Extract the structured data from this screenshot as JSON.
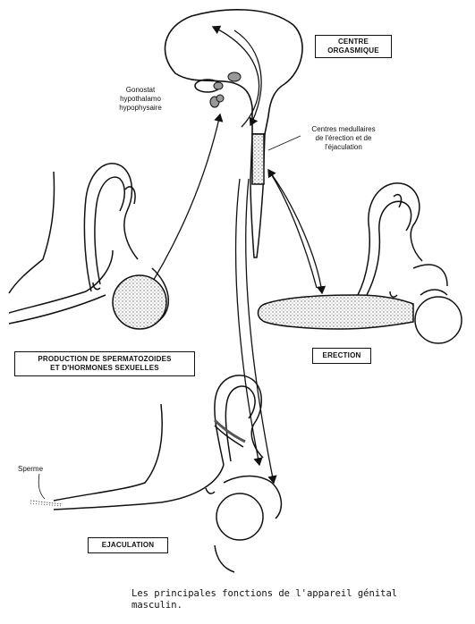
{
  "figure": {
    "labels": {
      "centre_orgasmique": "CENTRE\nORGASMIQUE",
      "gonostat": "Gonostat\nhypothalamo\nhypophysaire",
      "centres_medullaires": "Centres medullaires\nde l'érection et de\nl'éjaculation",
      "production": "PRODUCTION DE SPERMATOZOIDES\nET D'HORMONES SEXUELLES",
      "erection": "ERECTION",
      "ejaculation": "EJACULATION",
      "sperme": "Sperme"
    },
    "colors": {
      "ink": "#111111",
      "stipple": "#b0b0b0",
      "background": "#ffffff"
    }
  },
  "caption": "Les principales fonctions de l'appareil génital\nmasculin."
}
